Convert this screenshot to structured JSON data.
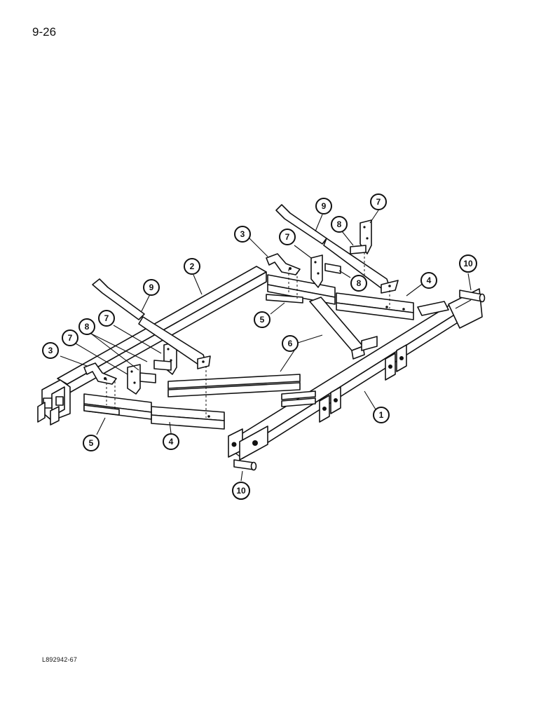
{
  "page": {
    "number": "9-26",
    "figure_id": "L892942-67"
  },
  "callouts": [
    {
      "label": "1"
    },
    {
      "label": "2"
    },
    {
      "label": "3"
    },
    {
      "label": "3"
    },
    {
      "label": "4"
    },
    {
      "label": "4"
    },
    {
      "label": "5"
    },
    {
      "label": "5"
    },
    {
      "label": "6"
    },
    {
      "label": "7"
    },
    {
      "label": "7"
    },
    {
      "label": "7"
    },
    {
      "label": "7"
    },
    {
      "label": "8"
    },
    {
      "label": "8"
    },
    {
      "label": "8"
    },
    {
      "label": "9"
    },
    {
      "label": "9"
    },
    {
      "label": "10"
    },
    {
      "label": "10"
    }
  ]
}
